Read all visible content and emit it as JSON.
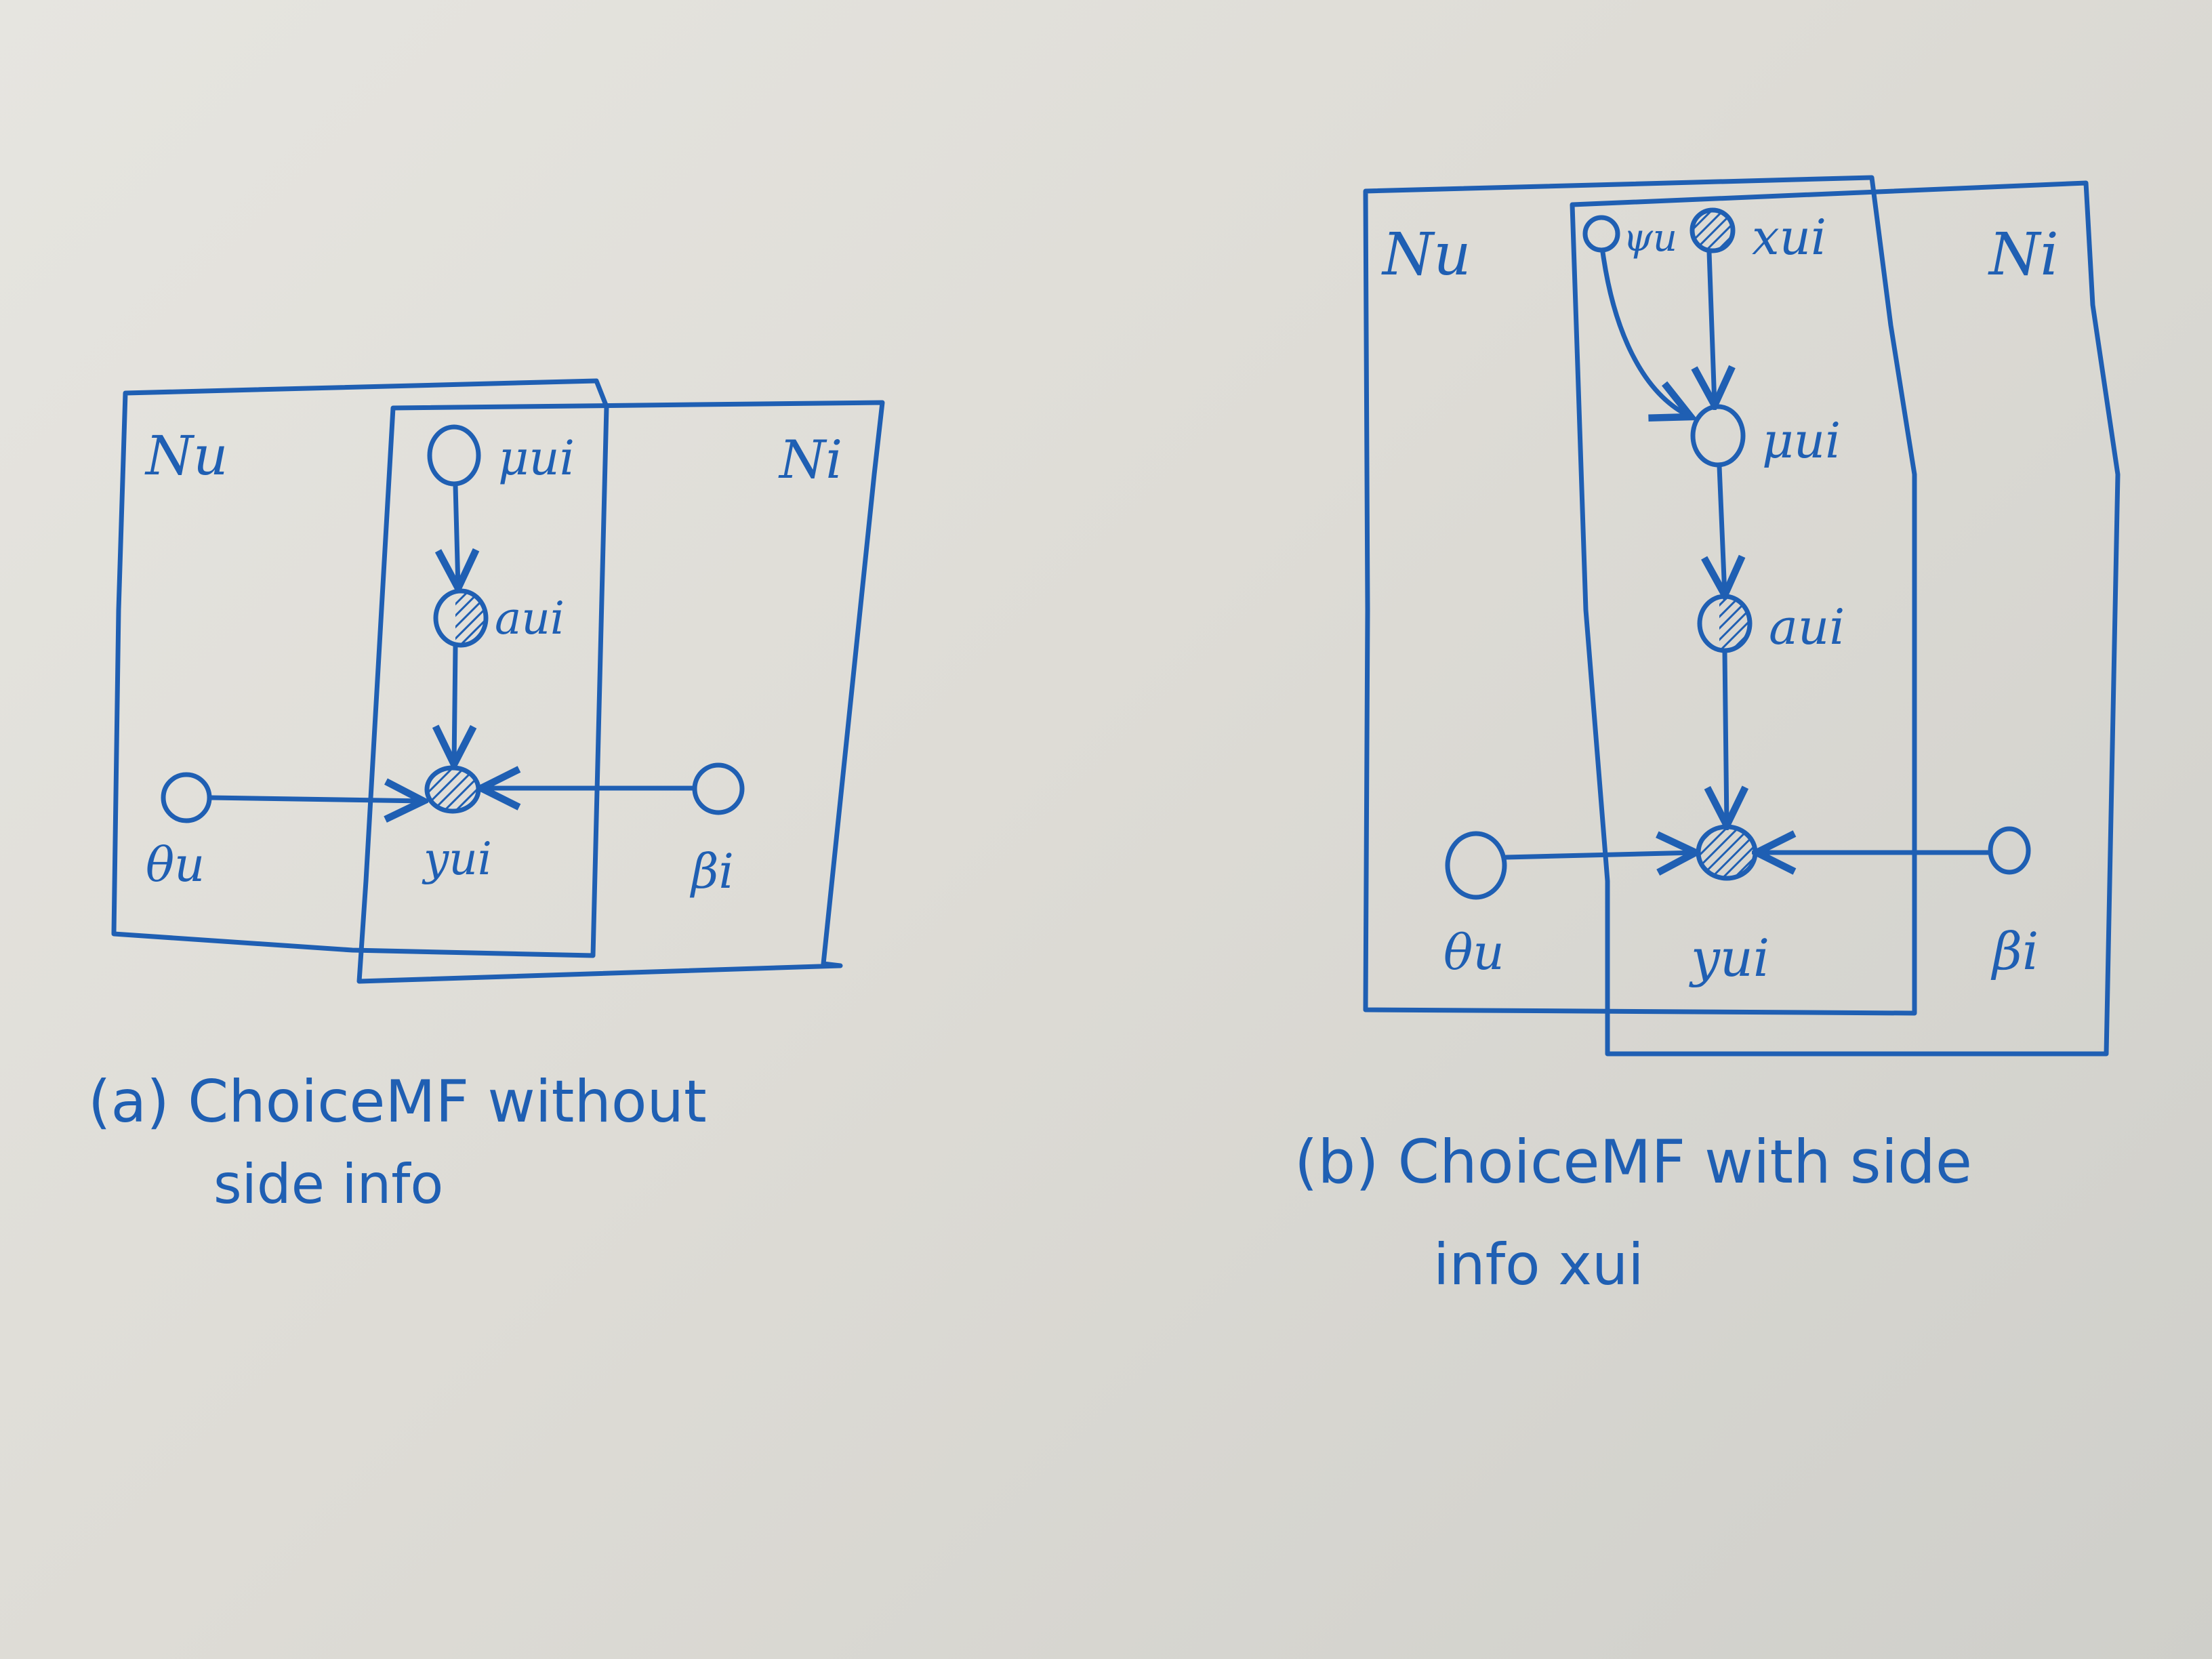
{
  "diagram_a": {
    "caption_line1": "(a) ChoiceMF without",
    "caption_line2": "side info",
    "plate_users_label": "Nu",
    "plate_items_label": "Ni",
    "node_mu_label": "μui",
    "node_a_label": "aui",
    "node_y_label": "yui",
    "node_theta_label": "θu",
    "node_beta_label": "βi"
  },
  "diagram_b": {
    "caption_line1": "(b) ChoiceMF with side",
    "caption_line2": "info xui",
    "plate_users_label": "Nu",
    "plate_items_label": "Ni",
    "node_psi_label": "ψu",
    "node_x_label": "xui",
    "node_mu_label": "μui",
    "node_a_label": "aui",
    "node_y_label": "yui",
    "node_theta_label": "θu",
    "node_beta_label": "βi"
  },
  "colors": {
    "ink": "#1f5fb3",
    "paper": "#e2e1dc"
  }
}
